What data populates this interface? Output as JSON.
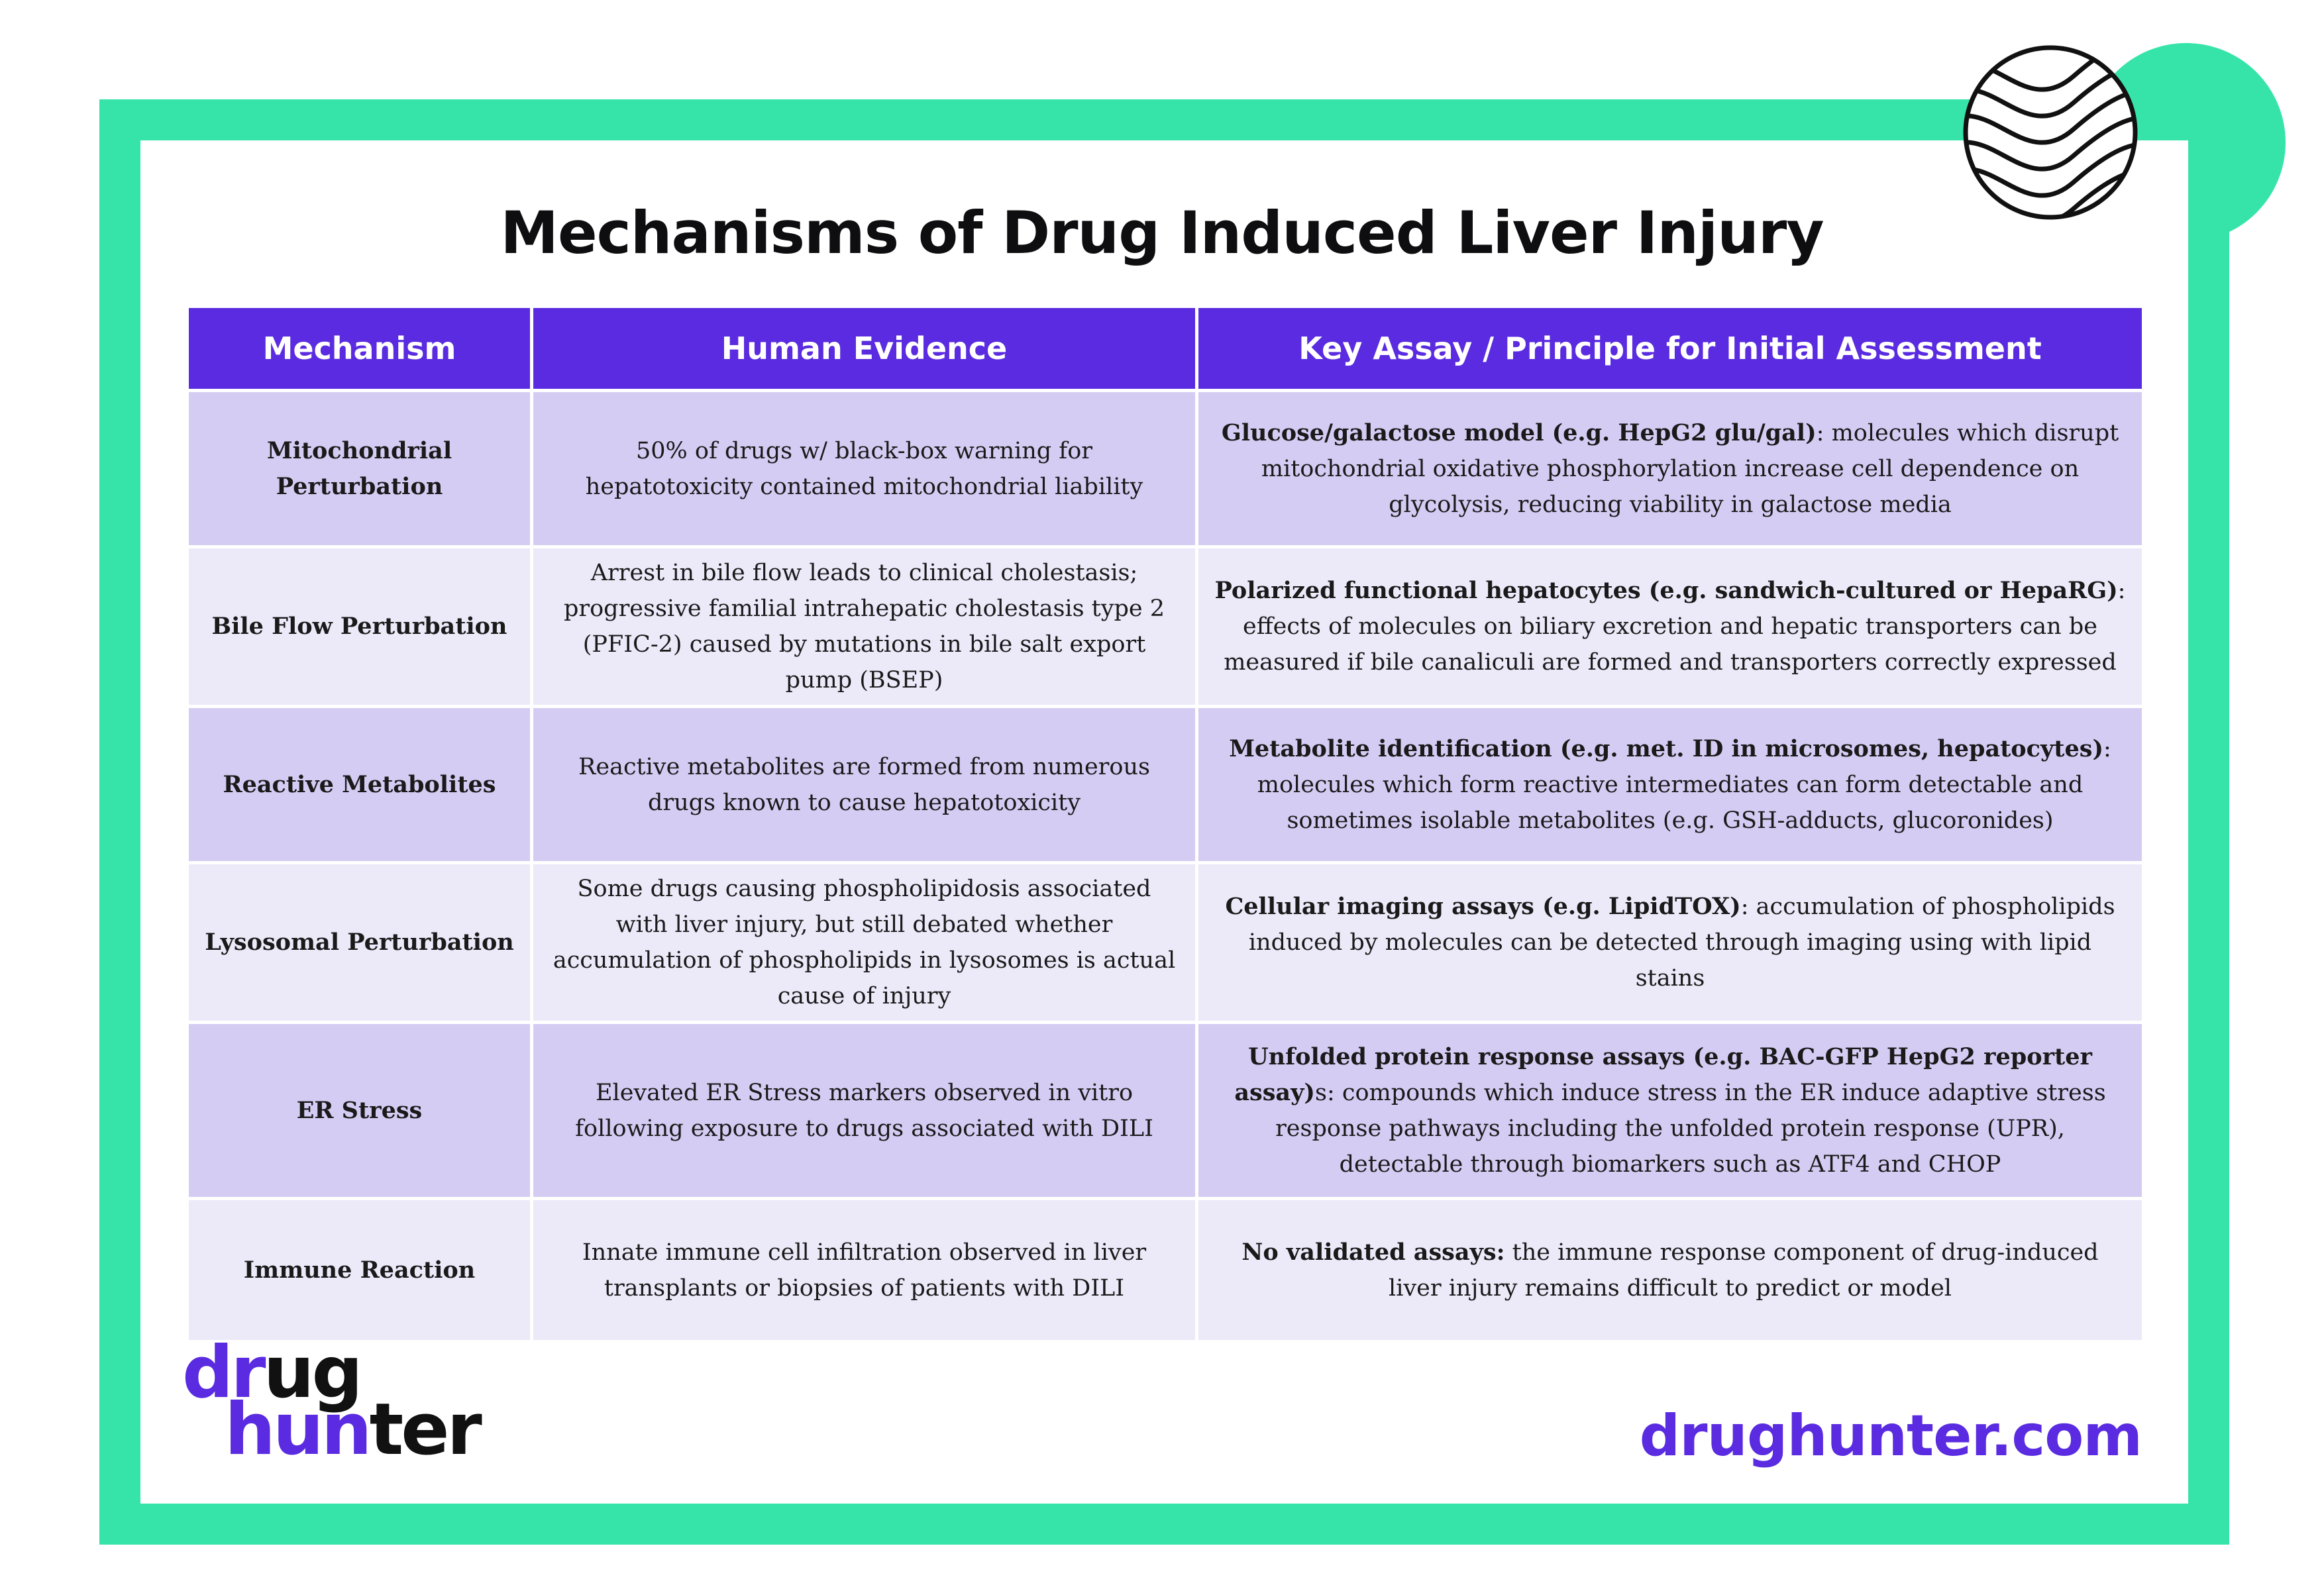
{
  "title": "Mechanisms of Drug Induced Liver Injury",
  "table": {
    "headers": [
      "Mechanism",
      "Human Evidence",
      "Key Assay / Principle for Initial Assessment"
    ],
    "rows": [
      {
        "mechanism": "Mitochondrial Perturbation",
        "evidence": "50% of drugs w/ black-box warning for hepatotoxicity contained mitochondrial liability",
        "assay_bold": "Glucose/galactose model (e.g. HepG2 glu/gal)",
        "assay_rest": ": molecules which disrupt mitochondrial oxidative phosphorylation increase cell dependence on glycolysis, reducing viability in galactose media"
      },
      {
        "mechanism": "Bile Flow Perturbation",
        "evidence": "Arrest in bile flow leads to clinical cholestasis; progressive familial intrahepatic cholestasis type 2 (PFIC-2) caused by mutations in bile salt export pump (BSEP)",
        "assay_bold": "Polarized functional hepatocytes (e.g. sandwich-cultured or HepaRG)",
        "assay_rest": ": effects of molecules on biliary excretion and hepatic transporters can be measured if bile canaliculi are formed and transporters correctly expressed"
      },
      {
        "mechanism": "Reactive Metabolites",
        "evidence": "Reactive metabolites are formed from numerous drugs known to cause hepatotoxicity",
        "assay_bold": "Metabolite identification (e.g. met. ID in microsomes, hepatocytes)",
        "assay_rest": ": molecules which form reactive intermediates can form detectable and sometimes isolable metabolites (e.g. GSH-adducts, glucoronides)"
      },
      {
        "mechanism": "Lysosomal Perturbation",
        "evidence": "Some drugs causing phospholipidosis associated with liver injury, but still debated whether accumulation of phospholipids in lysosomes is actual cause of injury",
        "assay_bold": "Cellular imaging assays (e.g. LipidTOX)",
        "assay_rest": ": accumulation of phospholipids induced by molecules can be detected through imaging using with lipid stains"
      },
      {
        "mechanism": "ER Stress",
        "evidence": "Elevated ER Stress markers observed in vitro following exposure to drugs associated with DILI",
        "assay_bold": "Unfolded protein response assays (e.g. BAC-GFP HepG2 reporter assay)",
        "assay_rest": "s: compounds which induce stress in the ER induce adaptive stress response pathways including the unfolded protein response (UPR), detectable through biomarkers such as ATF4 and CHOP"
      },
      {
        "mechanism": "Immune Reaction",
        "evidence": "Innate immune cell infiltration observed in liver transplants or biopsies of patients with DILI",
        "assay_bold": "No validated assays:",
        "assay_rest": " the immune response component of drug-induced liver injury remains difficult to predict or model"
      }
    ]
  },
  "brand": {
    "logo_line1_accent": "dr",
    "logo_line1_rest": "ug",
    "logo_line2_accent": "hun",
    "logo_line2_rest": "ter",
    "url": "drughunter.com",
    "colors": {
      "green": "#36e4aa",
      "purple": "#5a2be0"
    },
    "icons": [
      "wave-circle-logo-icon"
    ]
  }
}
